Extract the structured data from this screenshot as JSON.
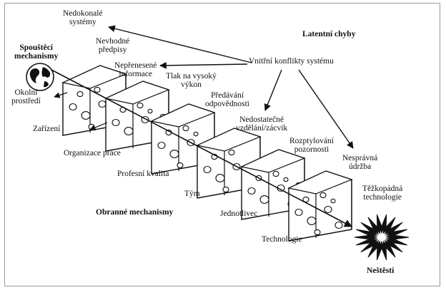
{
  "colors": {
    "ink": "#111111",
    "background": "#ffffff",
    "frame": "#9a9a9a"
  },
  "headings": {
    "latent": "Latentní chyby",
    "triggers": "Spouštěcí\nmechanismy",
    "defense": "Obranné mechanismy",
    "accident": "Neštěstí",
    "source": "Vnitřní konflikty systému"
  },
  "latent_causes": [
    "Nedokonalé\nsystémy",
    "Nevhodné\npředpisy",
    "Nepřenesené\ninformace",
    "Tlak na vysoký\nvýkon",
    "Předávání\nodpovědnosti",
    "Nedostatečné\nvzdělání/zácvik",
    "Rozptylování\npozornosti",
    "Nesprávná\núdržba",
    "Těžkopádná\ntechnologie"
  ],
  "trigger_items": [
    "Okolní\nprostředí",
    "Zařízení"
  ],
  "defense_layers": [
    "Organizace práce",
    "Profesní kvalita",
    "Tým",
    "Jednotlivec",
    "Technologie"
  ],
  "icons": {
    "globe": "globe-icon",
    "explosion": "explosion-icon"
  }
}
